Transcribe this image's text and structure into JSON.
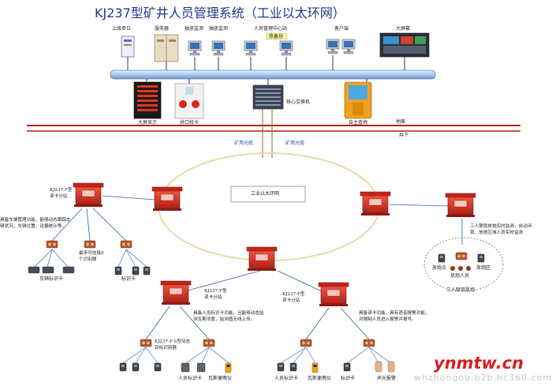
{
  "title": "KJ237型矿井人员管理系统（工业以太环网）",
  "top_devices": {
    "upper_pc": "上级单位",
    "server": "服务器",
    "monitor1": "抽放监测",
    "monitor2": "抽放监测",
    "center": "人员管理中心站",
    "hot_standby": "热备份",
    "client": "客户端",
    "big_screen": "大屏幕"
  },
  "mid_devices": {
    "display": "大屏显示",
    "checker": "井口校卡",
    "switch": "核心交换机",
    "kiosk": "自主查询"
  },
  "levels": {
    "ground": "地面",
    "underground": "井下"
  },
  "fiber": {
    "left": "矿用光缆",
    "right": "矿用光缆"
  },
  "ring_label": "工业以太环网",
  "left_branch": {
    "station": "KJ237-F型\n读卡分站",
    "desc": "具备车辆管理功能，能够动态跟踪车\n辆状况，车辆位置，运量统计等。",
    "reader_note": "最多可挂接8\n个识别器",
    "vehicle_card": "车辆标识卡",
    "id_card": "标识卡"
  },
  "mid_branch": {
    "station": "KJ237-F型\n读卡分站",
    "desc": "具备人员标识卡功能，且能够动态监\n测瓦斯浓度，监测值无线上传。",
    "reader": "KJ237-F-S型动态\n目标识别器",
    "person_card": "人员标识卡",
    "gas_meter": "瓦斯便携仪"
  },
  "right_branch": {
    "station": "KJ237-F型\n读卡分站",
    "desc": "具备读卡功能，具有语音报警功能，\n对限制人员进入报警并报号。",
    "person_card": "人员标识卡",
    "gas_meter": "瓦斯便携仪",
    "id_card": "标识卡",
    "alarm": "声光报警"
  },
  "blast_branch": {
    "desc": "三人联锁放炮实时监测，自动闭\n锁，放炮区域人员实时监测",
    "point": "放炮点",
    "person": "放炮人员",
    "zone": "放炮区",
    "label": "三人联锁放炮"
  },
  "watermark": {
    "main": "ynmtw.cn",
    "sub": "whzhongou.b2b.hc360.com"
  },
  "colors": {
    "title": "#1a3a8a",
    "station_red": "#d62a1f",
    "bus_blue": "#a9c8ee",
    "ring": "#ead9a8",
    "watermark": "#d81f1f"
  }
}
